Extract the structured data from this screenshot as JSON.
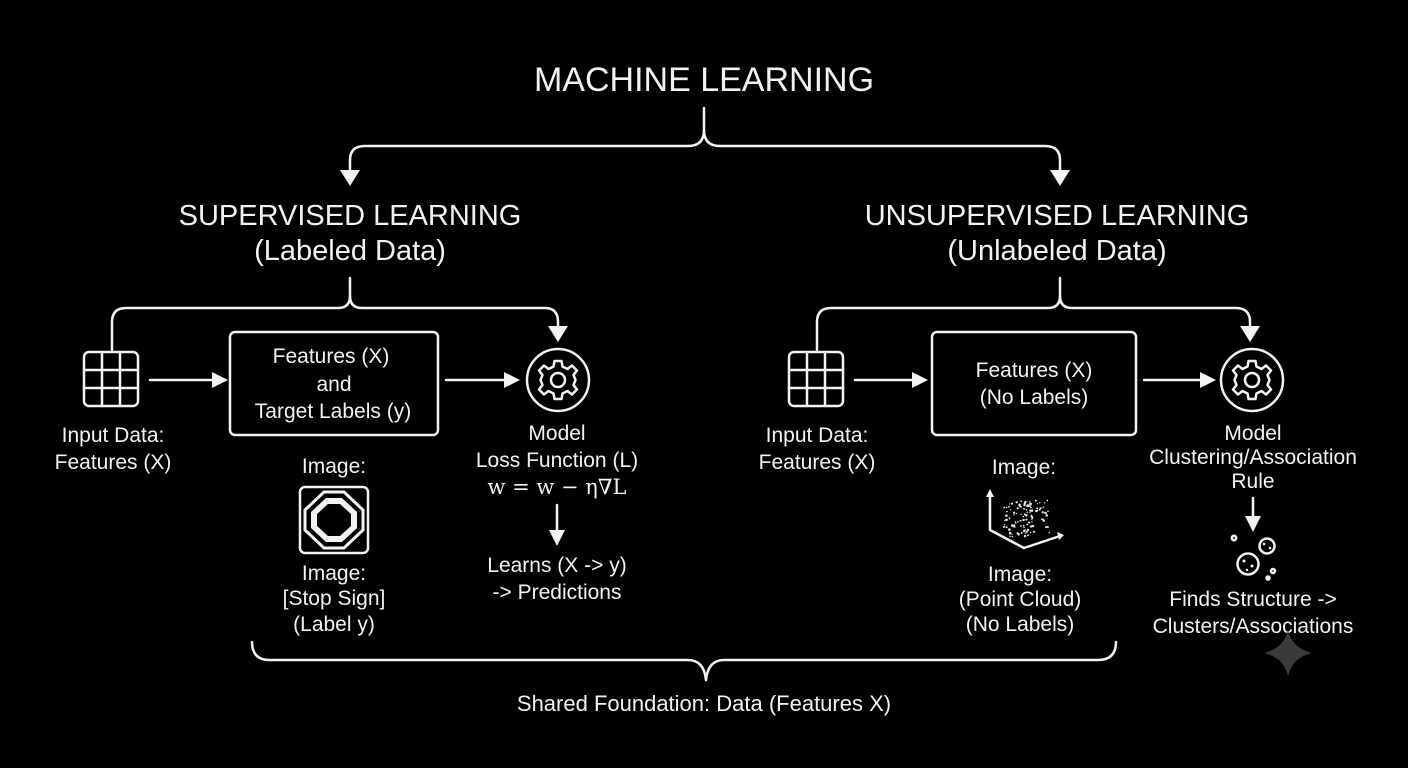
{
  "title": "MACHINE LEARNING",
  "supervised": {
    "heading": "SUPERVISED LEARNING",
    "subheading": "(Labeled Data)",
    "input_label_1": "Input Data:",
    "input_label_2": "Features (X)",
    "features_line_1": "Features (X)",
    "features_line_2": "and",
    "features_line_3": "Target Labels (y)",
    "image_caption_top": "Image:",
    "image_caption_1": "Image:",
    "image_caption_2": "[Stop Sign]",
    "image_caption_3": "(Label y)",
    "model_label": "Model",
    "model_loss": "Loss Function (L)",
    "model_update": "w = w − η∇L",
    "result_1": "Learns (X -> y)",
    "result_2": "-> Predictions"
  },
  "unsupervised": {
    "heading": "UNSUPERVISED LEARNING",
    "subheading": "(Unlabeled Data)",
    "input_label_1": "Input Data:",
    "input_label_2": "Features (X)",
    "features_line_1": "Features (X)",
    "features_line_2": "(No Labels)",
    "image_caption_top": "Image:",
    "image_caption_1": "Image:",
    "image_caption_2": "(Point Cloud)",
    "image_caption_3": "(No Labels)",
    "model_label": "Model",
    "model_desc_1": "Clustering/Association",
    "model_desc_2": "Rule",
    "result_1": "Finds Structure ->",
    "result_2": "Clusters/Associations"
  },
  "footer": "Shared Foundation: Data (Features X)",
  "colors": {
    "background": "#000000",
    "foreground": "#f2f2f2",
    "watermark": "#3a3a3a"
  },
  "icons": [
    "table-icon",
    "gear-icon",
    "stop-sign-icon",
    "point-cloud-icon",
    "clusters-icon",
    "sparkle-watermark-icon"
  ]
}
